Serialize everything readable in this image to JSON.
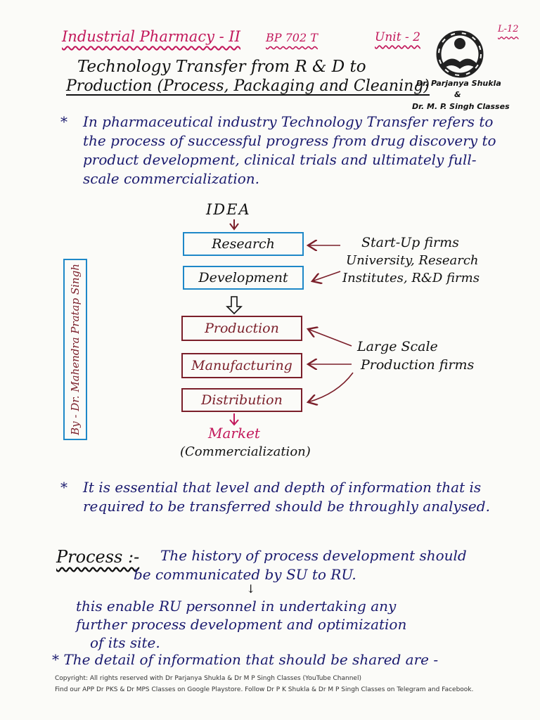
{
  "header": {
    "course": "Industrial Pharmacy - II",
    "code": "BP 702 T",
    "unit": "Unit - 2",
    "lecture": "L-12",
    "brand_line1": "Dr. Parjanya Shukla",
    "brand_amp": "&",
    "brand_line2": "Dr. M. P. Singh Classes"
  },
  "topic": {
    "line1": "Technology Transfer from R & D to",
    "line2": "Production (Process, Packaging and Cleaning)"
  },
  "intro": {
    "bullet": "*",
    "text": "In pharmaceutical industry Technology Transfer refers to the process of successful progress from drug discovery to product development, clinical trials and ultimately full-scale commercialization."
  },
  "diagram": {
    "idea": "IDEA",
    "research": "Research",
    "development": "Development",
    "production": "Production",
    "manufacturing": "Manufacturing",
    "distribution": "Distribution",
    "startup_line1": "Start-Up firms",
    "startup_line2": "University, Research",
    "startup_line3": "Institutes, R&D firms",
    "large_line1": "Large Scale",
    "large_line2": "Production firms",
    "market": "Market",
    "commercialization": "(Commercialization)"
  },
  "author_tag": "By - Dr. Mahendra Pratap Singh",
  "note": {
    "bullet": "*",
    "text": "It is essential that level and depth of information that is required to be transferred should be throughly analysed."
  },
  "process": {
    "label": "Process :-",
    "line1": "The history of process development should",
    "line2": "be communicated by SU to RU.",
    "arrow": "↓",
    "enable_line1": "this enable RU personnel in undertaking any",
    "enable_line2": "further process development and optimization",
    "enable_line3": "of its site.",
    "detail": "* The detail of information that should be shared are -"
  },
  "footer": {
    "line1": "Copyright: All rights reserved with Dr Parjanya Shukla & Dr M P Singh Classes (YouTube Channel)",
    "line2": "Find our APP Dr PKS & Dr MPS Classes on Google Playstore. Follow Dr P K Shukla & Dr M P Singh Classes on Telegram and Facebook."
  },
  "colors": {
    "header_pink": "#c2185b",
    "ink_blue": "#1a1a6e",
    "box_blue": "#1e88c8",
    "box_brown": "#7b1f2a"
  }
}
